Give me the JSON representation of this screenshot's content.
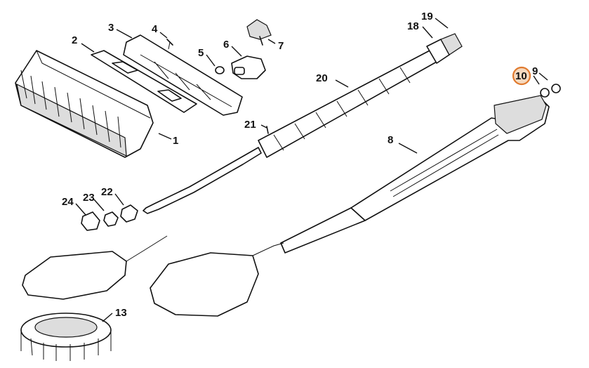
{
  "diagram": {
    "callouts": [
      {
        "id": "1",
        "text": "1"
      },
      {
        "id": "2",
        "text": "2"
      },
      {
        "id": "3",
        "text": "3"
      },
      {
        "id": "4",
        "text": "4"
      },
      {
        "id": "5",
        "text": "5"
      },
      {
        "id": "6",
        "text": "6"
      },
      {
        "id": "7",
        "text": "7"
      },
      {
        "id": "8",
        "text": "8"
      },
      {
        "id": "9",
        "text": "9"
      },
      {
        "id": "10",
        "text": "10",
        "highlighted": true
      },
      {
        "id": "13",
        "text": "13"
      },
      {
        "id": "18",
        "text": "18"
      },
      {
        "id": "19",
        "text": "19"
      },
      {
        "id": "20",
        "text": "20"
      },
      {
        "id": "21",
        "text": "21"
      },
      {
        "id": "22",
        "text": "22"
      },
      {
        "id": "23",
        "text": "23"
      },
      {
        "id": "24",
        "text": "24"
      }
    ],
    "highlight_color": "#e07a2e"
  }
}
